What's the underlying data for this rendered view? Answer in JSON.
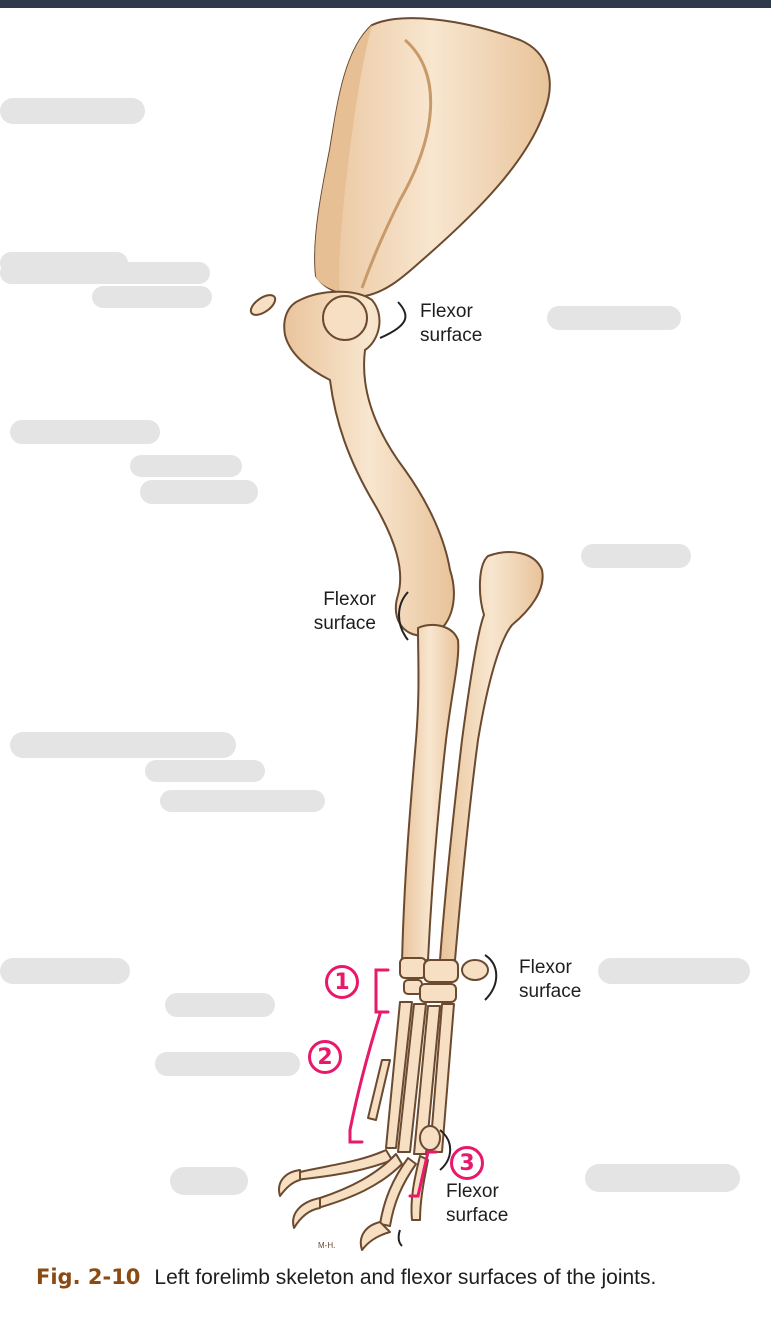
{
  "labels": {
    "flexor_shoulder": [
      "Flexor",
      "surface"
    ],
    "flexor_elbow": [
      "Flexor",
      "surface"
    ],
    "flexor_carpus": [
      "Flexor",
      "surface"
    ],
    "flexor_digit": [
      "Flexor",
      "surface"
    ]
  },
  "annotations": [
    "1",
    "2",
    "3"
  ],
  "signature": "M-H.",
  "caption": {
    "fig_num": "Fig. 2-10",
    "text": "Left forelimb skeleton and flexor surfaces of the joints."
  },
  "colors": {
    "bone_fill": "#f6dfc3",
    "bone_shadow": "#e7bf94",
    "bone_outline": "#6b4a2f",
    "annotation": "#e8186a",
    "caption_num": "#8b4a12",
    "top_bar": "#2f3b4c",
    "redaction": "#e4e4e4"
  }
}
